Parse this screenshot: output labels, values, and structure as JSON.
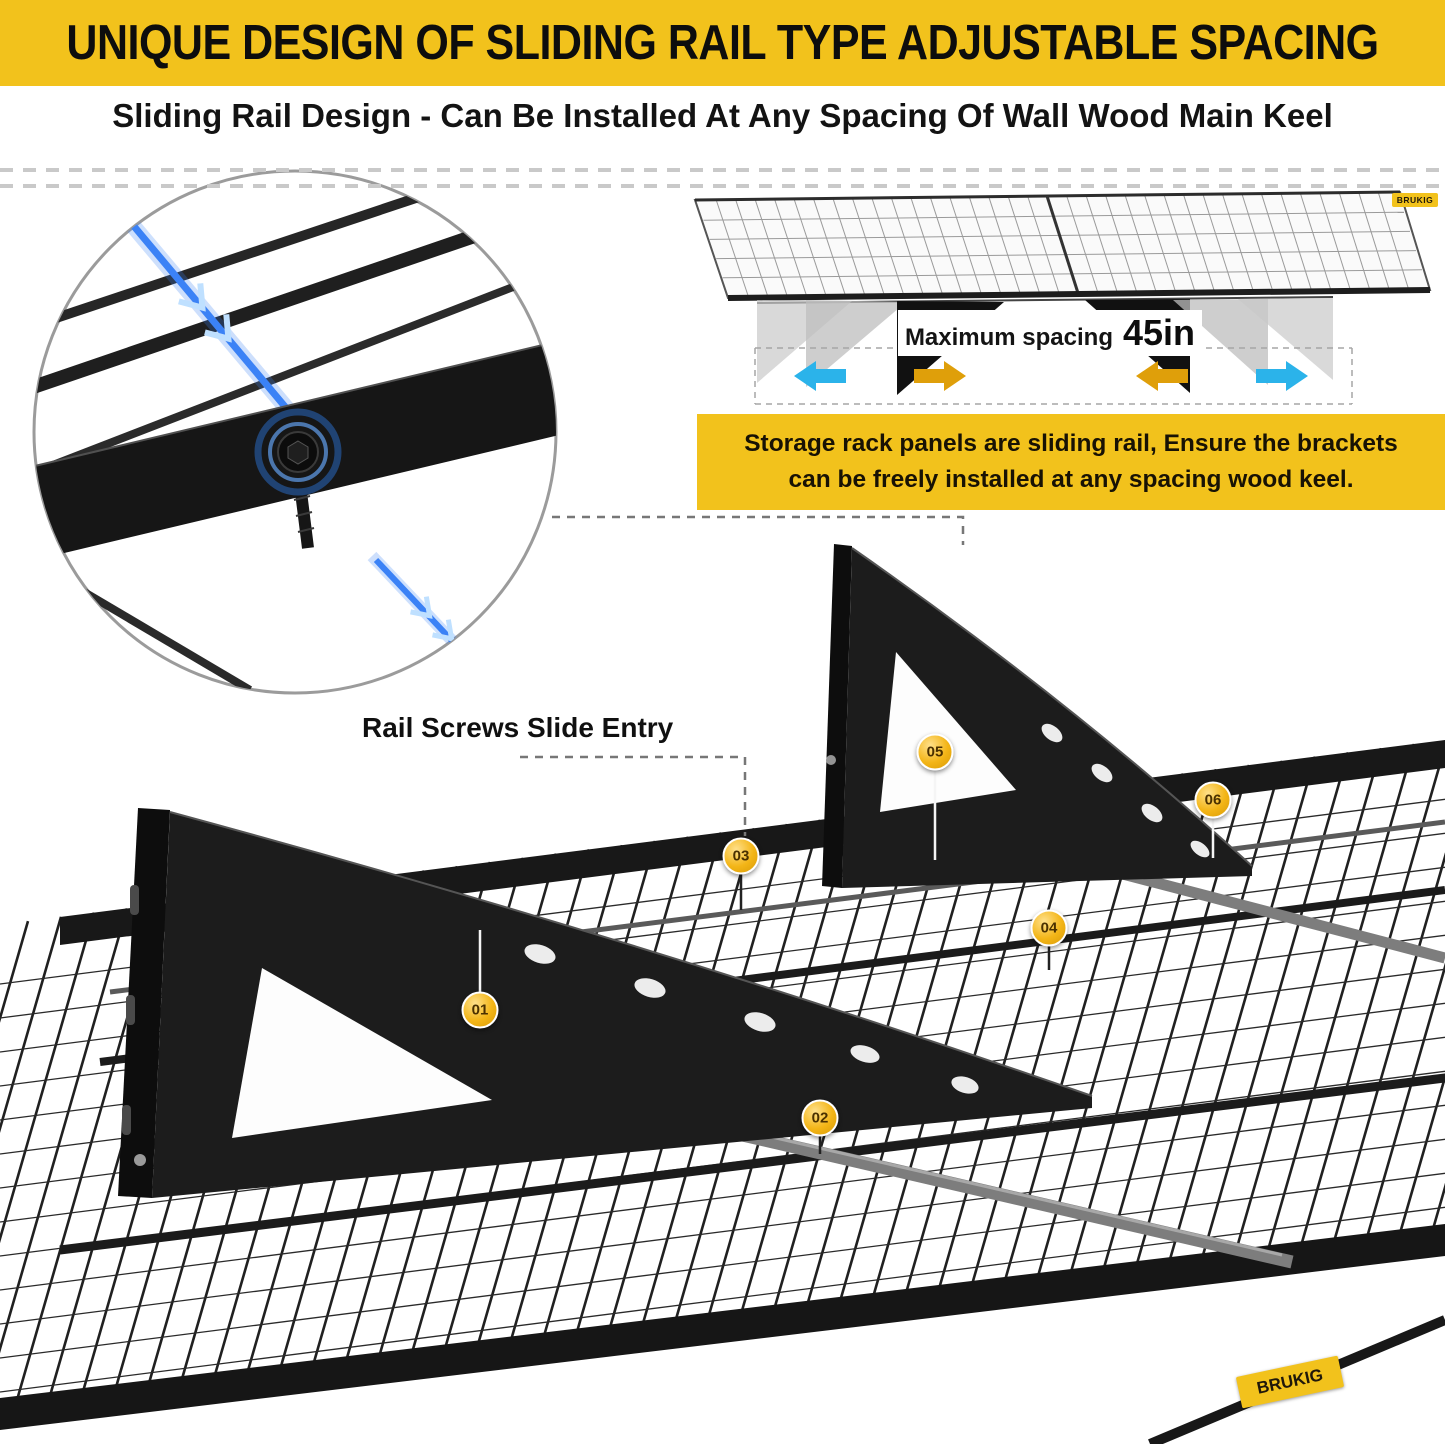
{
  "header": {
    "title": "UNIQUE DESIGN OF SLIDING RAIL TYPE ADJUSTABLE SPACING",
    "subtitle": "Sliding Rail Design - Can Be Installed At Any Spacing Of Wall Wood Main Keel"
  },
  "illustration": {
    "spacing_label": "Maximum spacing",
    "spacing_value": "45in",
    "note_line1": "Storage rack panels are sliding rail, Ensure the brackets",
    "note_line2": "can be freely installed at any spacing wood keel."
  },
  "labels": {
    "rail_screws": "Rail Screws Slide Entry"
  },
  "callouts": [
    "01",
    "02",
    "03",
    "04",
    "05",
    "06"
  ],
  "brand": {
    "name": "BRUKIG"
  },
  "colors": {
    "accent_yellow": "#F2C21C",
    "highlight_blue": "#3B82F6",
    "arrow_cyan": "#2BB3EA",
    "arrow_gold": "#DF9F0A"
  }
}
